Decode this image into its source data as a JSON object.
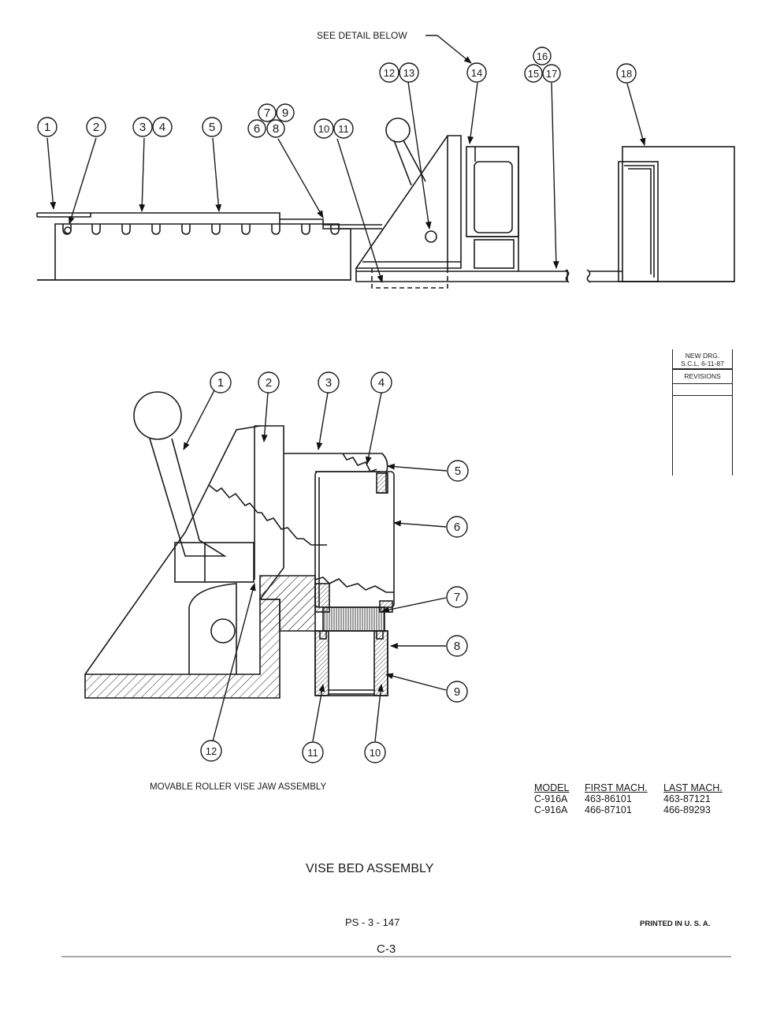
{
  "top_note": "SEE DETAIL BELOW",
  "top_callouts": [
    "1",
    "2",
    "3",
    "4",
    "5",
    "6",
    "7",
    "8",
    "9",
    "10",
    "11",
    "12",
    "13",
    "14",
    "15",
    "16",
    "17",
    "18"
  ],
  "detail_callouts": [
    "1",
    "2",
    "3",
    "4",
    "5",
    "6",
    "7",
    "8",
    "9",
    "10",
    "11",
    "12"
  ],
  "revisions": {
    "line1": "NEW DRG.",
    "line2": "S.C.L. 6-11-87",
    "label": "REVISIONS"
  },
  "detail_title": "MOVABLE ROLLER VISE JAW ASSEMBLY",
  "model_table": {
    "headers": [
      "MODEL",
      "FIRST MACH.",
      "LAST MACH."
    ],
    "rows": [
      [
        "C-916A",
        "463-86101",
        "463-87121"
      ],
      [
        "C-916A",
        "466-87101",
        "466-89293"
      ]
    ]
  },
  "main_title": "VISE BED ASSEMBLY",
  "part_number": "PS - 3 - 147",
  "printed": "PRINTED  IN  U. S. A.",
  "page_number": "C-3"
}
